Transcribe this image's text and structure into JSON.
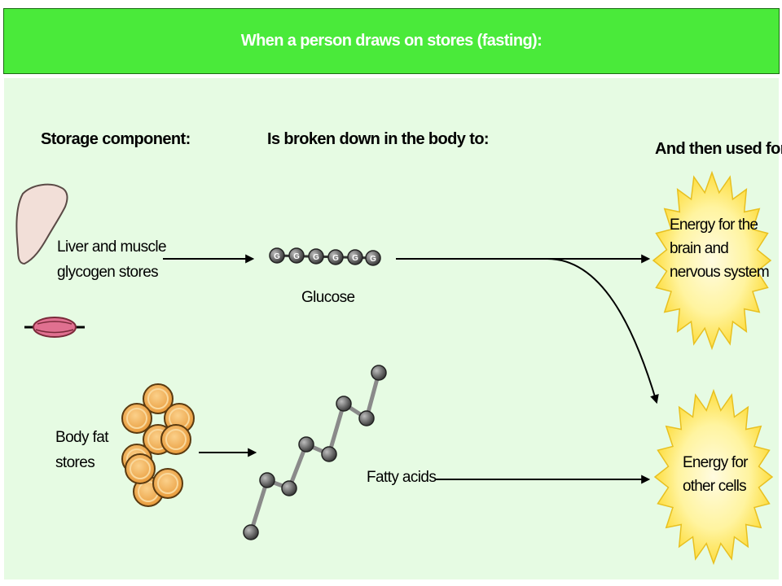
{
  "banner": {
    "title": "When a person draws on stores (fasting):"
  },
  "headers": {
    "storage": "Storage component:",
    "broken_down": "Is broken down in the body to:",
    "used_for": "And then used for:"
  },
  "stores": {
    "glycogen": [
      "Liver and muscle",
      "glycogen stores"
    ],
    "fat": [
      "Body fat",
      "stores"
    ]
  },
  "products": {
    "glucose": "Glucose",
    "fatty_acids": "Fatty acids",
    "glucose_unit_letter": "G"
  },
  "uses": {
    "brain": [
      "Energy for the",
      "brain and",
      "nervous system"
    ],
    "cells": [
      "Energy for",
      "other cells"
    ]
  },
  "colors": {
    "banner": "#4aea3a",
    "panel": "#e6fbe3",
    "fat_cell": "#f2b261",
    "liver": "#f2dfd8",
    "muscle": "#e07090",
    "burst": "#fde22c"
  },
  "icons": [
    "liver-icon",
    "muscle-icon",
    "glucose-chain-icon",
    "fat-cells-icon",
    "fatty-acid-chain-icon",
    "energy-burst-icon"
  ]
}
